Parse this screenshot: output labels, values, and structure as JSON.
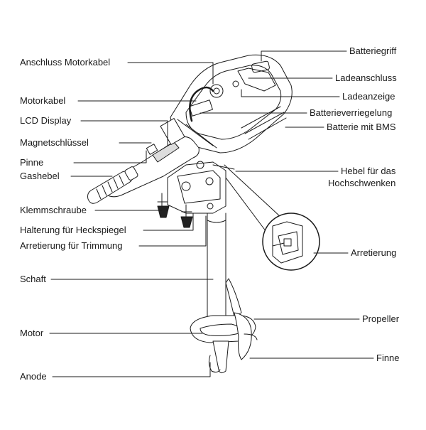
{
  "labels": {
    "anschluss_motorkabel": "Anschluss Motorkabel",
    "motorkabel": "Motorkabel",
    "lcd_display": "LCD Display",
    "magnetschluessel": "Magnetschlüssel",
    "pinne": "Pinne",
    "gashebel": "Gashebel",
    "klemmschraube": "Klemmschraube",
    "halterung": "Halterung für Heckspiegel",
    "arretierung_trimmung": "Arretierung für Trimmung",
    "schaft": "Schaft",
    "motor": "Motor",
    "anode": "Anode",
    "batteriegriff": "Batteriegriff",
    "ladeanschluss": "Ladeanschluss",
    "ladeanzeige": "Ladeanzeige",
    "batterieverriegelung": "Batterieverriegelung",
    "batterie_bms": "Batterie mit BMS",
    "hebel_line1": "Hebel für das",
    "hebel_line2": "Hochschwenken",
    "arretierung": "Arretierung",
    "propeller": "Propeller",
    "finne": "Finne"
  },
  "colors": {
    "line": "#1a1a1a",
    "text": "#1a1a1a",
    "fill": "#ffffff"
  }
}
